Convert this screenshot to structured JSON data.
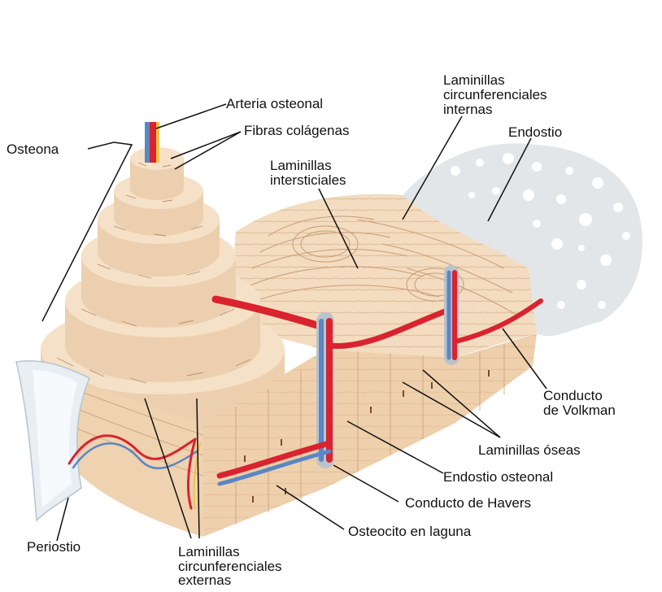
{
  "labels": {
    "arteria_osteonal": "Arteria osteonal",
    "fibras_colagenas": "Fibras colágenas",
    "osteona": "Osteona",
    "lam_intersticiales_1": "Laminillas",
    "lam_intersticiales_2": "intersticiales",
    "lam_circ_internas_1": "Laminillas",
    "lam_circ_internas_2": "circunferenciales",
    "lam_circ_internas_3": "internas",
    "endostio": "Endostio",
    "conducto_volkman_1": "Conducto",
    "conducto_volkman_2": "de Volkman",
    "laminillas_oseas": "Laminillas óseas",
    "endostio_osteonal": "Endostio osteonal",
    "conducto_havers": "Conducto de Havers",
    "osteocito_laguna": "Osteocito en laguna",
    "periostio": "Periostio",
    "lam_circ_externas_1": "Laminillas",
    "lam_circ_externas_2": "circunferenciales",
    "lam_circ_externas_3": "externas"
  },
  "colors": {
    "bone": "#f3dcc0",
    "bone_light": "#f8e8d3",
    "bone_dark": "#e6c6a2",
    "bone_line": "#c79f7a",
    "artery": "#d9232e",
    "vein": "#5a86c4",
    "endosteum": "#b9c3cc",
    "spongy": "#dfe3e6",
    "periosteum": "#e8eef2"
  }
}
